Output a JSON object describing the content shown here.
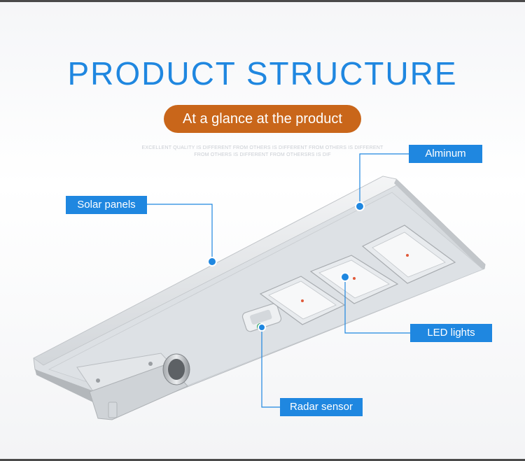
{
  "header": {
    "title": "PRODUCT STRUCTURE",
    "subtitle": "At a glance at the product",
    "watermark_line1": "EXCELLENT QUALITY IS DIFFERENT FROM OTHERS  IS DIFFERENT FROM OTHERS IS DIFFERENT",
    "watermark_line2": "FROM OTHERS IS DIFFERENT FROM OTHERSRS IS DIF"
  },
  "callouts": {
    "solar_panels": "Solar panels",
    "aluminum": "Alminum",
    "led_lights": "LED lights",
    "radar_sensor": "Radar sensor"
  },
  "colors": {
    "accent_blue": "#1f87e0",
    "pill_orange": "#c9661a"
  }
}
